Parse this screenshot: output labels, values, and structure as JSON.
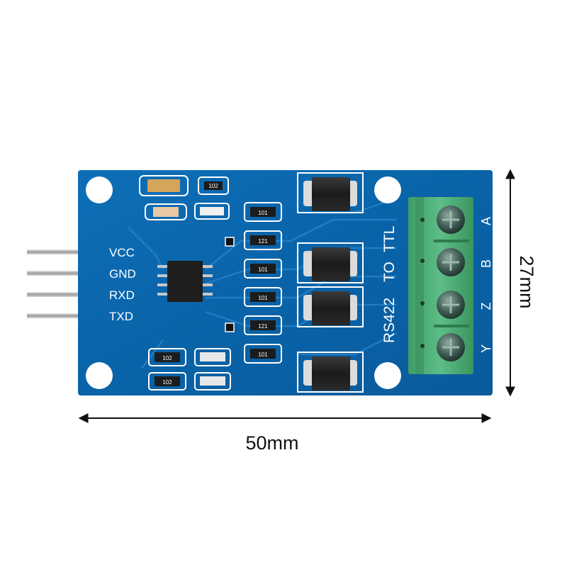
{
  "pins": {
    "vcc": "VCC",
    "gnd": "GND",
    "rxd": "RXD",
    "txd": "TXD"
  },
  "board_text": {
    "line1": "RS422",
    "to": "TO",
    "line2": "TTL"
  },
  "terminals": {
    "a": "A",
    "b": "B",
    "z": "Z",
    "y": "Y"
  },
  "resistors": [
    "102",
    "102",
    "101",
    "121",
    "101",
    "101",
    "121",
    "101",
    "102",
    "102"
  ],
  "dimensions": {
    "width": "50mm",
    "height": "27mm"
  },
  "colors": {
    "pcb": "#0a63a8",
    "terminal_block": "#4fb27a",
    "silkscreen": "#ffffff"
  }
}
